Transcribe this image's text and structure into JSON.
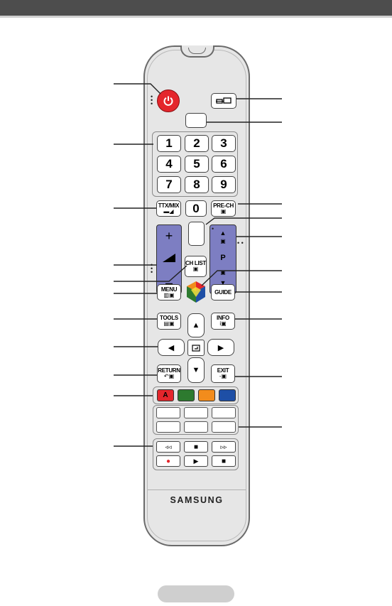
{
  "remote": {
    "brand": "SAMSUNG",
    "source_icon": "source-icon",
    "power_icon": "power-icon",
    "number_keys": [
      "1",
      "2",
      "3",
      "4",
      "5",
      "6",
      "7",
      "8",
      "9",
      "0"
    ],
    "ttx_label": "TTX/MIX",
    "prech_label": "PRE-CH",
    "ch_list_label": "CH LIST",
    "p_label": "P",
    "vol_plus": "+",
    "vol_minus": "–",
    "menu_label": "MENU",
    "guide_label": "GUIDE",
    "tools_label": "TOOLS",
    "info_label": "INFO",
    "return_label": "RETURN",
    "exit_label": "EXIT",
    "red_key_label": "A",
    "color_keys": [
      "#e4262c",
      "#2d7a2f",
      "#f28c1c",
      "#1e4fa6"
    ],
    "accent_volume": "#7d7ec2",
    "media_rewind": "◃◃",
    "media_stop": "■",
    "media_ffwd": "▹▹",
    "media_record": "●",
    "media_play": "▶",
    "media_stop2": "■",
    "arrow_up": "▲",
    "arrow_down": "▼",
    "arrow_left": "◀",
    "arrow_right": "▶"
  }
}
